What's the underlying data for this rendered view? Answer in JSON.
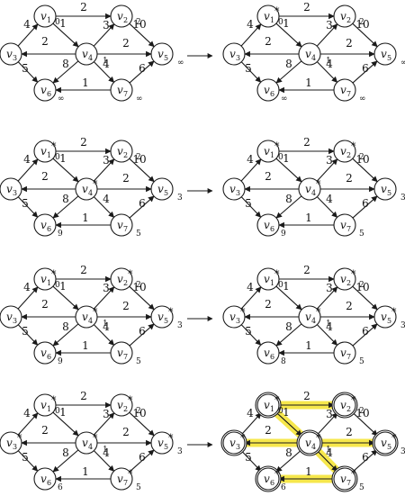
{
  "graph": {
    "nodes": [
      {
        "id": "v1",
        "name": "v",
        "sub": "1"
      },
      {
        "id": "v2",
        "name": "v",
        "sub": "2"
      },
      {
        "id": "v3",
        "name": "v",
        "sub": "3"
      },
      {
        "id": "v4",
        "name": "v",
        "sub": "4"
      },
      {
        "id": "v5",
        "name": "v",
        "sub": "5"
      },
      {
        "id": "v6",
        "name": "v",
        "sub": "6"
      },
      {
        "id": "v7",
        "name": "v",
        "sub": "7"
      }
    ],
    "edges": [
      {
        "from": "v1",
        "to": "v2",
        "weight": "2"
      },
      {
        "from": "v3",
        "to": "v1",
        "weight": "4"
      },
      {
        "from": "v1",
        "to": "v4",
        "weight": "1"
      },
      {
        "from": "v4",
        "to": "v2",
        "weight": "3"
      },
      {
        "from": "v4",
        "to": "v3",
        "weight": "2"
      },
      {
        "from": "v3",
        "to": "v6",
        "weight": "5"
      },
      {
        "from": "v4",
        "to": "v5",
        "weight": "2"
      },
      {
        "from": "v4",
        "to": "v6",
        "weight": "8"
      },
      {
        "from": "v4",
        "to": "v7",
        "weight": "4"
      },
      {
        "from": "v2",
        "to": "v5",
        "weight": "10"
      },
      {
        "from": "v7",
        "to": "v5",
        "weight": "6"
      },
      {
        "from": "v7",
        "to": "v6",
        "weight": "1"
      }
    ]
  },
  "step_arrow": "→",
  "star_mark": "*",
  "panels": [
    {
      "known": [],
      "dist": {
        "v1": "0",
        "v2": "2",
        "v3": "",
        "v4": "1",
        "v5": "∞",
        "v6": "∞",
        "v7": "∞"
      }
    },
    {
      "known": [
        "v1"
      ],
      "dist": {
        "v1": "0",
        "v2": "2",
        "v3": "",
        "v4": "1",
        "v5": "∞",
        "v6": "∞",
        "v7": "∞"
      }
    },
    {
      "known": [
        "v1",
        "v4"
      ],
      "dist": {
        "v1": "0",
        "v2": "2",
        "v3": "",
        "v4": "",
        "v5": "3",
        "v6": "9",
        "v7": "5"
      }
    },
    {
      "known": [
        "v1",
        "v2",
        "v4"
      ],
      "dist": {
        "v1": "0",
        "v2": "2",
        "v3": "",
        "v4": "",
        "v5": "3",
        "v6": "9",
        "v7": "5"
      }
    },
    {
      "known": [
        "v1",
        "v2",
        "v4",
        "v5"
      ],
      "dist": {
        "v1": "0",
        "v2": "2",
        "v3": "",
        "v4": "1",
        "v5": "3",
        "v6": "9",
        "v7": "5"
      }
    },
    {
      "known": [
        "v1",
        "v2",
        "v3",
        "v4",
        "v5"
      ],
      "dist": {
        "v1": "0",
        "v2": "2",
        "v3": "",
        "v4": "1",
        "v5": "3",
        "v6": "8",
        "v7": "5"
      }
    },
    {
      "known": [
        "v1",
        "v2",
        "v3",
        "v4",
        "v5",
        "v7"
      ],
      "dist": {
        "v1": "0",
        "v2": "2",
        "v3": "",
        "v4": "1",
        "v5": "3",
        "v6": "6",
        "v7": "5"
      }
    },
    {
      "known": [
        "v1",
        "v2",
        "v3",
        "v4",
        "v5",
        "v6",
        "v7"
      ],
      "dist": {
        "v1": "0",
        "v2": "2",
        "v3": "",
        "v4": "1",
        "v5": "3",
        "v6": "6",
        "v7": "5"
      },
      "highlight": true
    }
  ],
  "highlight_color": "#f5e642"
}
